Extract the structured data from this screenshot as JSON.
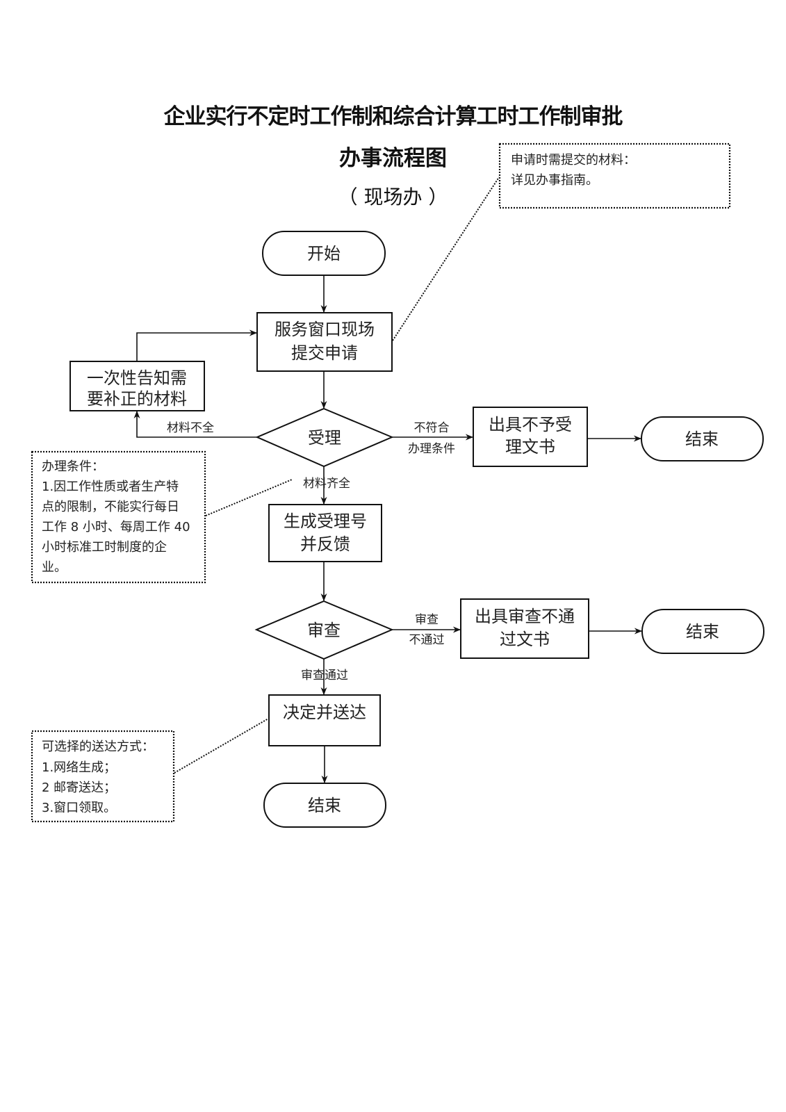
{
  "title": {
    "line1": "企业实行不定时工作制和综合计算工时工作制审批",
    "line2": "办事流程图",
    "line3": "（ 现场办 ）"
  },
  "nodes": {
    "start": "开始",
    "submit": [
      "服务窗口现场",
      "提交申请"
    ],
    "notify": [
      "一次性告知需",
      "要补正的材料"
    ],
    "accept": "受理",
    "reject_doc": [
      "出具不予受",
      "理文书"
    ],
    "end1": "结束",
    "generate": [
      "生成受理号",
      "并反馈"
    ],
    "review": "审查",
    "review_fail_doc": [
      "出具审查不通",
      "过文书"
    ],
    "end2": "结束",
    "decide": "决定并送达",
    "end3": "结束"
  },
  "edge_labels": {
    "incomplete": "材料不全",
    "not_qualified": [
      "不符合",
      "办理条件"
    ],
    "complete": "材料齐全",
    "review_fail": [
      "审查",
      "不通过"
    ],
    "review_pass": "审查通过"
  },
  "notes": {
    "materials": [
      "申请时需提交的材料：",
      "详见办事指南。"
    ],
    "conditions": [
      "办理条件：",
      "1.因工作性质或者生产特",
      "点的限制，不能实行每日",
      "工作 8 小时、每周工作 40",
      "小时标准工时制度的企",
      "业。"
    ],
    "delivery": [
      "可选择的送达方式：",
      "1.网络生成；",
      "2 邮寄送达；",
      "3.窗口领取。"
    ]
  }
}
